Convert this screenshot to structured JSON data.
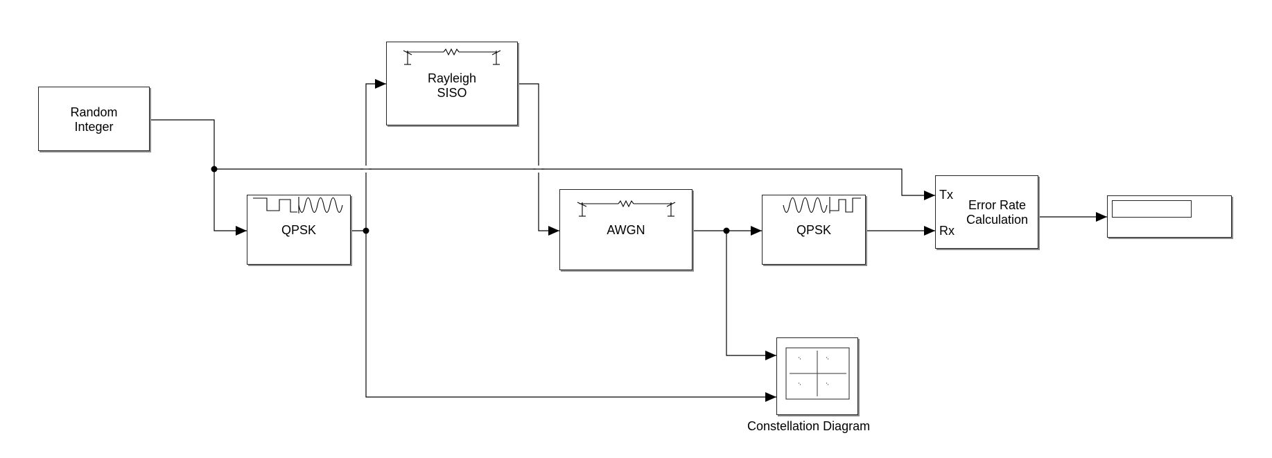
{
  "blocks": {
    "random_integer": {
      "line1": "Random",
      "line2": "Integer"
    },
    "rayleigh": {
      "line1": "Rayleigh",
      "line2": "SISO"
    },
    "qpsk_mod": {
      "label": "QPSK"
    },
    "awgn": {
      "label": "AWGN"
    },
    "qpsk_demod": {
      "label": "QPSK"
    },
    "error_rate": {
      "line1": "Error Rate",
      "line2": "Calculation",
      "port_tx": "Tx",
      "port_rx": "Rx"
    },
    "display": {
      "value": ""
    },
    "constellation": {
      "caption": "Constellation Diagram"
    }
  },
  "icons": [
    "fading-channel-icon",
    "awgn-channel-icon",
    "qpsk-modulator-icon",
    "qpsk-demodulator-icon",
    "constellation-scatter-icon"
  ]
}
